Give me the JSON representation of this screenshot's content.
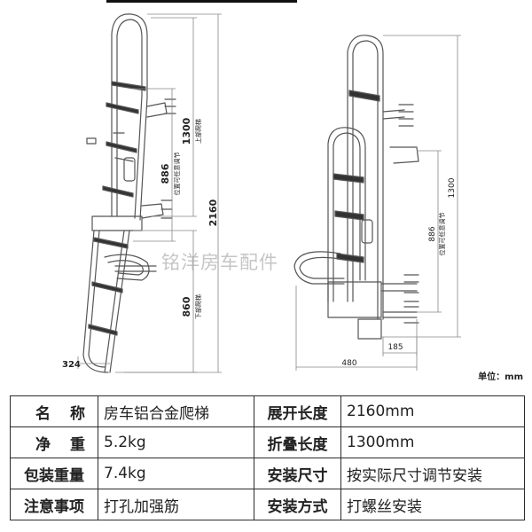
{
  "drawing": {
    "dim_total_height": "2160",
    "dim_upper_height": "1300",
    "dim_upper_label": "上部爬梯",
    "dim_adjust_height": "886",
    "dim_adjust_label": "位置可任意调节",
    "dim_lower_height": "860",
    "dim_lower_label": "下部爬梯",
    "dim_foot_depth": "324",
    "dim_folded_height": "1300",
    "dim_folded_adjust": "886",
    "dim_folded_adjust_label": "位置可任意调节",
    "dim_folded_depth": "480",
    "dim_folded_offset": "185"
  },
  "watermark": "铭洋房车配件",
  "unit_label": "单位：mm",
  "specs": [
    {
      "k1": "名称",
      "v1": "房车铝合金爬梯",
      "k2": "展开长度",
      "v2": "2160mm"
    },
    {
      "k1": "净重",
      "v1": "5.2kg",
      "k2": "折叠长度",
      "v2": "1300mm"
    },
    {
      "k1": "包装重量",
      "v1": "7.4kg",
      "k2": "安装尺寸",
      "v2": "按实际尺寸调节安装"
    },
    {
      "k1": "注意事项",
      "v1": "打孔加强筋",
      "k2": "安装方式",
      "v2": "打螺丝安装"
    }
  ]
}
